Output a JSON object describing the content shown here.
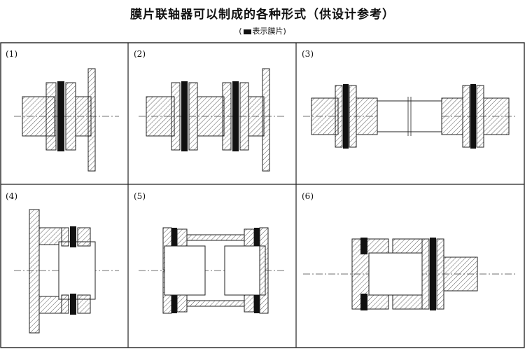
{
  "title": "膜片联轴器可以制成的各种形式（供设计参考）",
  "legend": {
    "open": "(",
    "text": "表示膜片",
    "close": ")"
  },
  "panels": [
    {
      "label": "(1)"
    },
    {
      "label": "(2)"
    },
    {
      "label": "(3)"
    },
    {
      "label": "(4)"
    },
    {
      "label": "(5)"
    },
    {
      "label": "(6)"
    }
  ]
}
